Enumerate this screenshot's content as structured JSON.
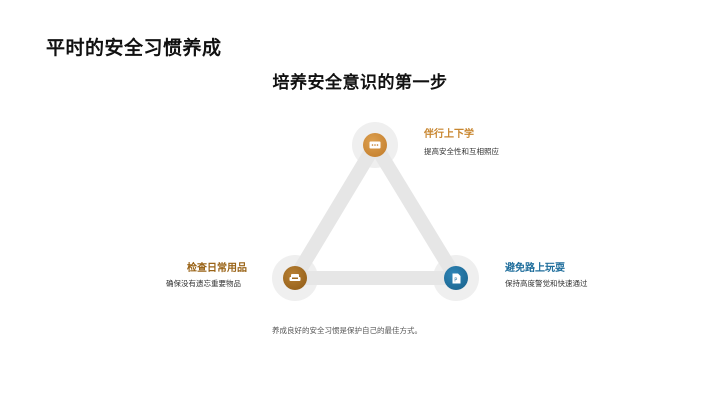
{
  "slide": {
    "title": "平时的安全习惯养成",
    "subtitle": "培养安全意识的第一步",
    "footer": "养成良好的安全习惯是保护自己的最佳方式。"
  },
  "nodes": [
    {
      "id": "top",
      "title": "伴行上下学",
      "desc": "提高安全性和互相照应",
      "icon": "chat-bubble-icon",
      "color": "#C8862F"
    },
    {
      "id": "left",
      "title": "检查日常用品",
      "desc": "确保没有遗忘重要物品",
      "icon": "sofa-icon",
      "color": "#A06A1E"
    },
    {
      "id": "right",
      "title": "避免路上玩耍",
      "desc": "保持高度警觉和快速通过",
      "icon": "document-icon",
      "color": "#1F6E9C"
    }
  ],
  "colors": {
    "triangle_stroke": "#E6E6E6",
    "halo": "#EFEFEF",
    "top_title": "#C8862F",
    "left_title": "#9A6418",
    "right_title": "#1F6E9C"
  }
}
